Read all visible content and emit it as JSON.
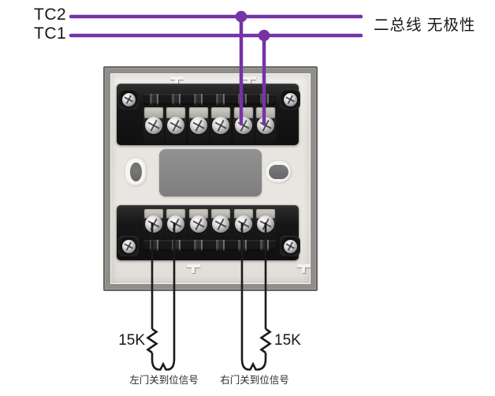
{
  "colors": {
    "bus": "#7633A6",
    "signal": "#1a1a1a"
  },
  "bus": {
    "tc2_label": "TC2",
    "tc1_label": "TC1",
    "note": "二总线 无极性"
  },
  "device": {
    "top_terminal_count": 6,
    "bottom_terminal_count": 6
  },
  "resistors": {
    "left_value": "15K",
    "right_value": "15K"
  },
  "signal_labels": {
    "left": "左门关到位信号",
    "right": "右门关到位信号"
  }
}
